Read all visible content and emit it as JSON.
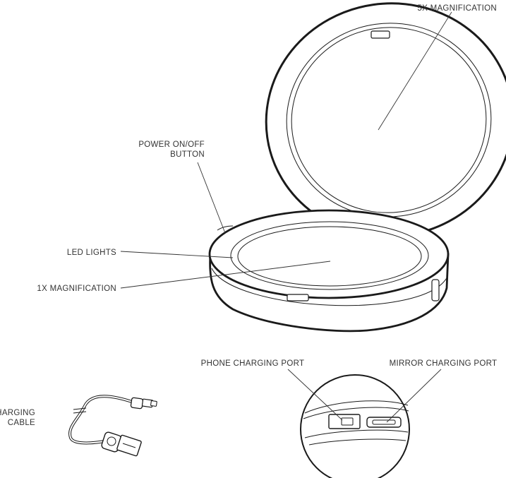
{
  "labels": {
    "mag_5x": "5X MAGNIFICATION",
    "power_line1": "POWER ON/OFF",
    "power_line2": "BUTTON",
    "led_lights": "LED LIGHTS",
    "mag_1x": "1X MAGNIFICATION",
    "phone_port": "PHONE CHARGING PORT",
    "mirror_port": "MIRROR CHARGING PORT",
    "cable_line1": "CHARGING",
    "cable_line2": "CABLE"
  }
}
